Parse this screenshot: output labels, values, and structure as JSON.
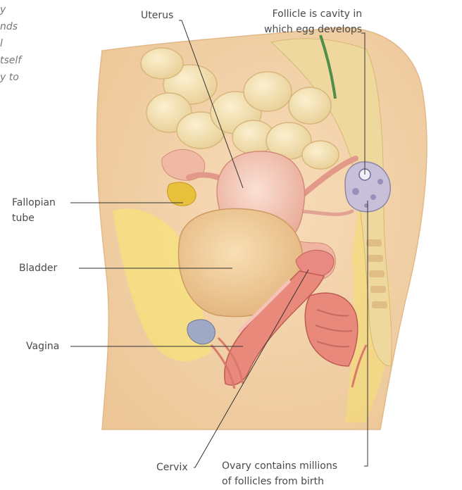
{
  "side_text": [
    "y",
    "nds",
    "l",
    "tself",
    "y to"
  ],
  "labels": {
    "uterus": "Uterus",
    "follicle": [
      "Follicle is cavity in",
      "which egg develops"
    ],
    "fallopian": [
      "Fallopian",
      "tube"
    ],
    "bladder": "Bladder",
    "vagina": "Vagina",
    "cervix": "Cervix",
    "ovary": [
      "Ovary contains millions",
      "of follicles from birth"
    ]
  },
  "colors": {
    "skin": "#f2d2a8",
    "uterus": "#f3c7b8",
    "bladder": "#efc79a",
    "intestine": "#f4e2b4",
    "fat": "#f6e27a",
    "leader": "#333333"
  }
}
